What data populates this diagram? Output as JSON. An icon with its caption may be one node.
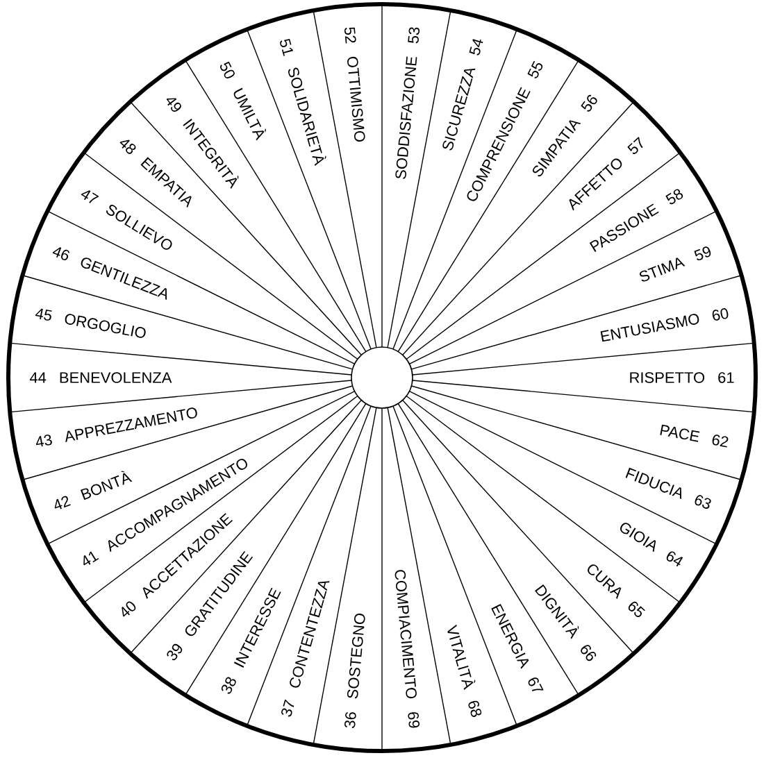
{
  "diagram": {
    "nodes": [
      {
        "text": [
          "36",
          "SOSTEGNO"
        ]
      },
      {
        "text": [
          "37",
          "CONTENTEZZA"
        ]
      },
      {
        "text": [
          "38",
          "INTERESSE"
        ]
      },
      {
        "text": [
          "39",
          "GRATITUDINE"
        ]
      },
      {
        "text": [
          "40",
          "ACCETTAZIONE"
        ]
      },
      {
        "text": [
          "41",
          "ACCOMPAGNAMENTO"
        ]
      },
      {
        "text": [
          "42",
          "BONTÀ"
        ]
      },
      {
        "text": [
          "43",
          "APPREZZAMENTO"
        ]
      },
      {
        "text": [
          "44",
          "BENEVOLENZA"
        ]
      },
      {
        "text": [
          "45",
          "ORGOGLIO"
        ]
      },
      {
        "text": [
          "46",
          "GENTILEZZA"
        ]
      },
      {
        "text": [
          "47",
          "SOLLIEVO"
        ]
      },
      {
        "text": [
          "48",
          "EMPATIA"
        ]
      },
      {
        "text": [
          "49",
          "INTEGRITÀ"
        ]
      },
      {
        "text": [
          "50",
          "UMILTÀ"
        ]
      },
      {
        "text": [
          "51",
          "SOLIDARIETÀ"
        ]
      },
      {
        "text": [
          "52",
          "OTTIMISMO"
        ]
      },
      {
        "text": [
          "SODDISFAZIONE",
          "53"
        ]
      },
      {
        "text": [
          "SICUREZZA",
          "54"
        ]
      },
      {
        "text": [
          "COMPRENSIONE",
          "55"
        ]
      },
      {
        "text": [
          "SIMPATIA",
          "56"
        ]
      },
      {
        "text": [
          "AFFETTO",
          "57"
        ]
      },
      {
        "text": [
          "PASSIONE",
          "58"
        ]
      },
      {
        "text": [
          "STIMA",
          "59"
        ]
      },
      {
        "text": [
          "ENTUSIASMO",
          "60"
        ]
      },
      {
        "text": [
          "RISPETTO",
          "61"
        ]
      },
      {
        "text": [
          "PACE",
          "62"
        ]
      },
      {
        "text": [
          "FIDUCIA",
          "63"
        ]
      },
      {
        "text": [
          "GIOIA",
          "64"
        ]
      },
      {
        "text": [
          "CURA",
          "65"
        ]
      },
      {
        "text": [
          "DIGNITÀ",
          "66"
        ]
      },
      {
        "text": [
          "ENERGIA",
          "67"
        ]
      },
      {
        "text": [
          "VITALITÀ",
          "68"
        ]
      },
      {
        "text": [
          "COMPIACIMENTO",
          "69"
        ]
      }
    ]
  }
}
